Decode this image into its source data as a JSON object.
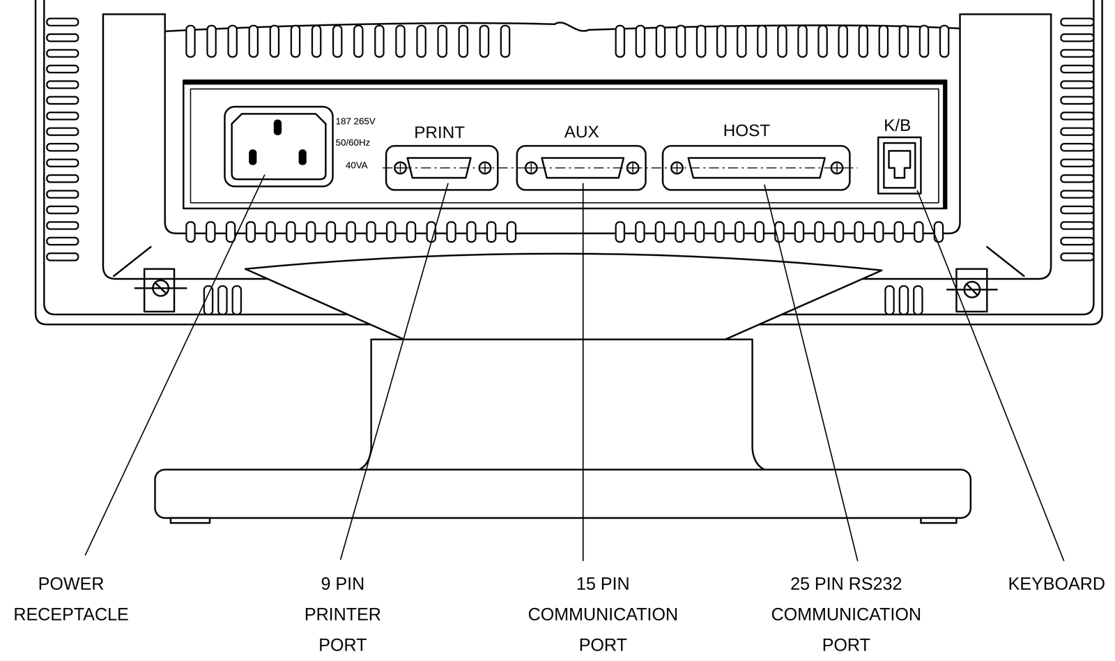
{
  "diagram": {
    "labels": [
      "187 265V",
      "50/60Hz",
      "40VA",
      "PRINT",
      "AUX",
      "HOST",
      "K/B",
      "POWER RECEPTACLE",
      "9 PIN PRINTER PORT",
      "15 PIN COMMUNICATION PORT",
      "25 PIN RS232 COMMUNICATION PORT",
      "KEYBOARD"
    ]
  }
}
